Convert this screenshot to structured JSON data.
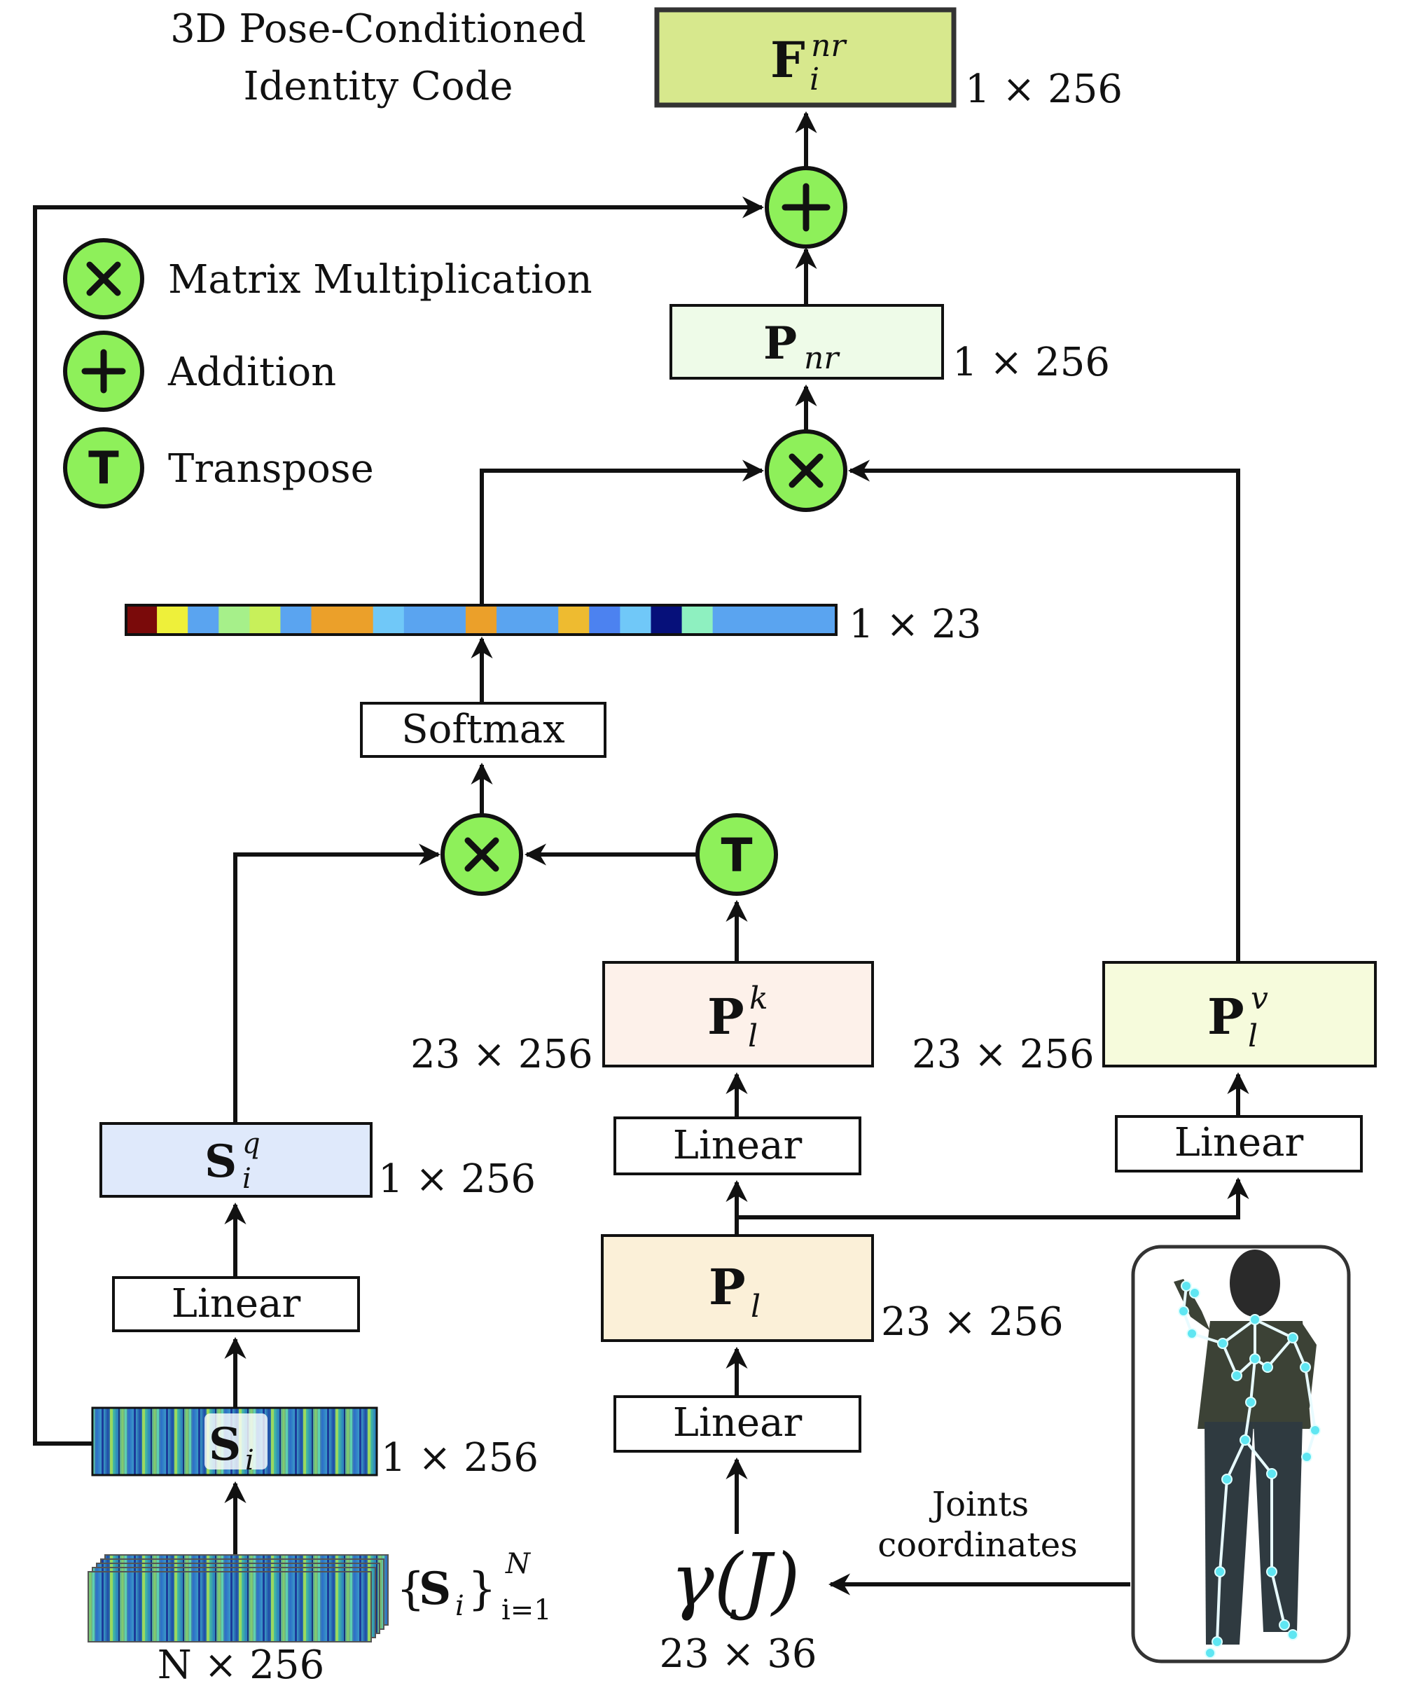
{
  "title": {
    "line1": "3D Pose-Conditioned",
    "line2": "Identity Code"
  },
  "legend": {
    "matmul": "Matrix Multiplication",
    "addition": "Addition",
    "transpose": "Transpose",
    "transpose_symbol": "T"
  },
  "blocks": {
    "F_nr": {
      "main": "F",
      "sup": "nr",
      "sub": "i",
      "dim": "1 × 256",
      "color": "#d7e88d"
    },
    "P_nr": {
      "main": "P",
      "sub": "nr",
      "dim": "1 × 256",
      "color": "#eefbe8"
    },
    "attention_dim": "1 × 23",
    "softmax": "Softmax",
    "P_k": {
      "main": "P",
      "sup": "k",
      "sub": "l",
      "dim": "23 × 256",
      "color": "#fdf1ea"
    },
    "P_v": {
      "main": "P",
      "sup": "v",
      "sub": "l",
      "dim": "23 × 256",
      "color": "#f6fbdc"
    },
    "S_q": {
      "main": "S",
      "sup": "q",
      "sub": "i",
      "dim": "1 × 256",
      "color": "#dfe9fb"
    },
    "linear_k": "Linear",
    "linear_v": "Linear",
    "linear_q": "Linear",
    "linear_p": "Linear",
    "P_l": {
      "main": "P",
      "sub": "l",
      "dim": "23 × 256",
      "color": "#fbf0d8"
    },
    "S_i": {
      "main": "S",
      "sub": "i",
      "dim": "1 × 256"
    },
    "S_set": {
      "main": "S",
      "sub": "i",
      "sup": "N",
      "lower": "i=1",
      "dim": "N × 256"
    },
    "gamma": {
      "text": "γ(J)",
      "dim": "23 × 36"
    },
    "joints_label": {
      "line1": "Joints",
      "line2": "coordinates"
    }
  },
  "attention_colors": [
    "#7a0a0a",
    "#eef03a",
    "#5aa4f0",
    "#a6f08a",
    "#c8f05a",
    "#5aa4f0",
    "#eba02a",
    "#eba02a",
    "#70c8f8",
    "#5aa4f0",
    "#5aa4f0",
    "#eba02a",
    "#5aa4f0",
    "#5aa4f0",
    "#eebb30",
    "#4c82f0",
    "#70c8f8",
    "#06107a",
    "#8ef0c0",
    "#5aa4f0",
    "#5aa4f0",
    "#5aa4f0",
    "#5aa4f0"
  ],
  "colors": {
    "operator": "#8ef05a",
    "arrow": "#111111"
  }
}
